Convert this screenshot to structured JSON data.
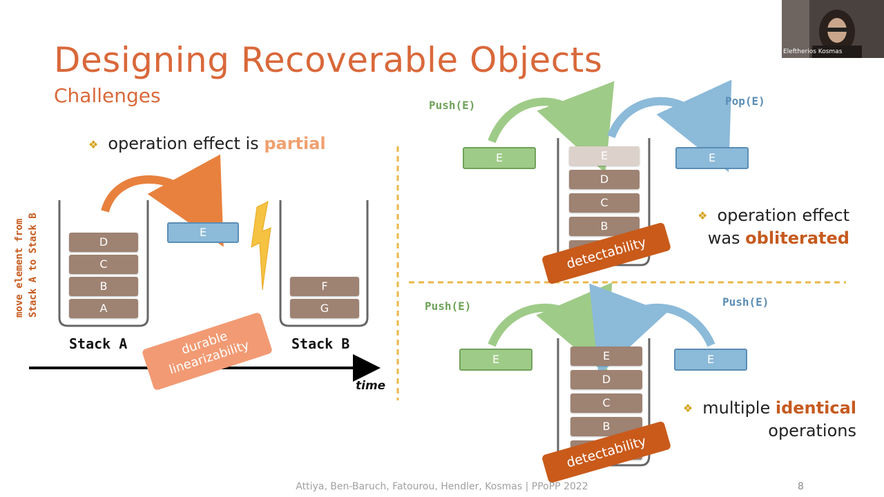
{
  "slide": {
    "title": "Designing Recoverable Objects",
    "subtitle": "Challenges",
    "footer": "Attiya, Ben-Baruch, Fatourou, Hendler, Kosmas | PPoPP 2022",
    "page_number": "8"
  },
  "left_panel": {
    "bullet_prefix": "operation effect is ",
    "bullet_highlight": "partial",
    "vertical_label_line1": "move element from",
    "vertical_label_line2": "Stack A to Stack B",
    "stack_a_label": "Stack A",
    "stack_a_items": [
      "D",
      "C",
      "B",
      "A"
    ],
    "moving_element": "E",
    "stack_b_label": "Stack B",
    "stack_b_items": [
      "F",
      "G"
    ],
    "tag_line1": "durable",
    "tag_line2": "linearizability",
    "time_label": "time"
  },
  "top_right": {
    "push_label": "Push(E)",
    "pop_label": "Pop(E)",
    "push_element": "E",
    "pop_element": "E",
    "stack_items": [
      "E",
      "D",
      "C",
      "B"
    ],
    "bullet_line1": "operation effect",
    "bullet_line2_prefix": "was ",
    "bullet_highlight": "obliterated",
    "tag": "detectability"
  },
  "bottom_right": {
    "push_label_left": "Push(E)",
    "push_label_right": "Push(E)",
    "left_element": "E",
    "right_element": "E",
    "stack_items": [
      "E",
      "D",
      "C",
      "B"
    ],
    "bullet_line1_prefix": "multiple ",
    "bullet_highlight": "identical",
    "bullet_line2": "operations",
    "tag": "detectability"
  },
  "video": {
    "participant_name": "Eleftherios Kosmas"
  },
  "colors": {
    "title": "#d9683a",
    "block": "#9e8272",
    "accent_orange": "#c65a1e",
    "divider": "#e8b84a"
  }
}
